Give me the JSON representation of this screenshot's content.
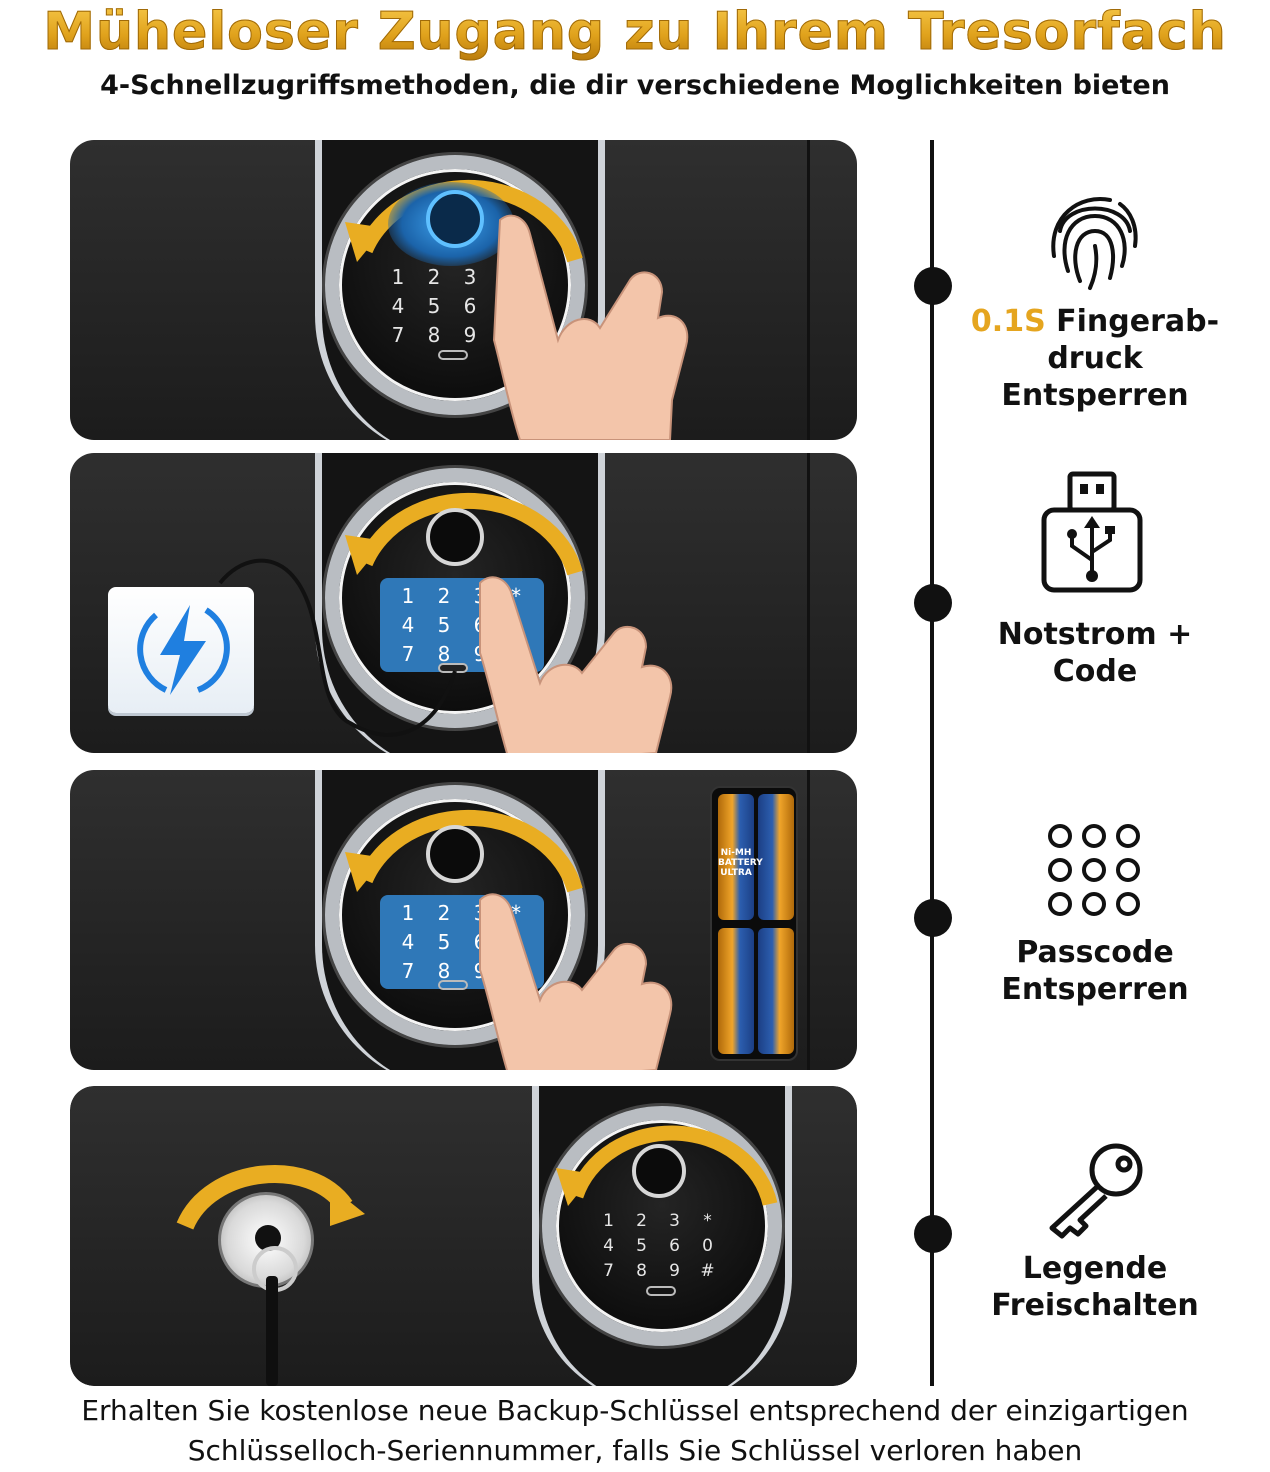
{
  "header": {
    "title": "Müheloser Zugang zu Ihrem Tresorfach",
    "subtitle": "4-Schnellzugriffsmethoden, die dir verschiedene Moglichkeiten bieten"
  },
  "keypad": {
    "keys": [
      "1",
      "2",
      "3",
      "*",
      "4",
      "5",
      "6",
      "0",
      "7",
      "8",
      "9",
      "#"
    ]
  },
  "features": [
    {
      "highlight": "0.1S",
      "line1": " Fingerab-",
      "line2": "druck Entsperren",
      "icon": "fingerprint-icon"
    },
    {
      "line1": "Notstrom +",
      "line2": "Code",
      "icon": "usb-icon"
    },
    {
      "line1": "Passcode",
      "line2": "Entsperren",
      "icon": "keypad-dots-icon"
    },
    {
      "line1": "Legende",
      "line2": "Freischalten",
      "icon": "key-icon"
    }
  ],
  "batteries": {
    "brand": "Ni-MH",
    "type": "BATTERY",
    "grade": "ULTRA"
  },
  "footer": {
    "line1": "Erhalten Sie kostenlose neue Backup-Schlüssel entsprechend der einzigartigen",
    "line2": "Schlüsselloch-Seriennummer, falls Sie Schlüssel verloren haben"
  },
  "colors": {
    "gold": "#e5a51f",
    "panel": "#222222",
    "keypad_blue": "#2f78b8",
    "lightning_blue": "#1f7fe0"
  }
}
